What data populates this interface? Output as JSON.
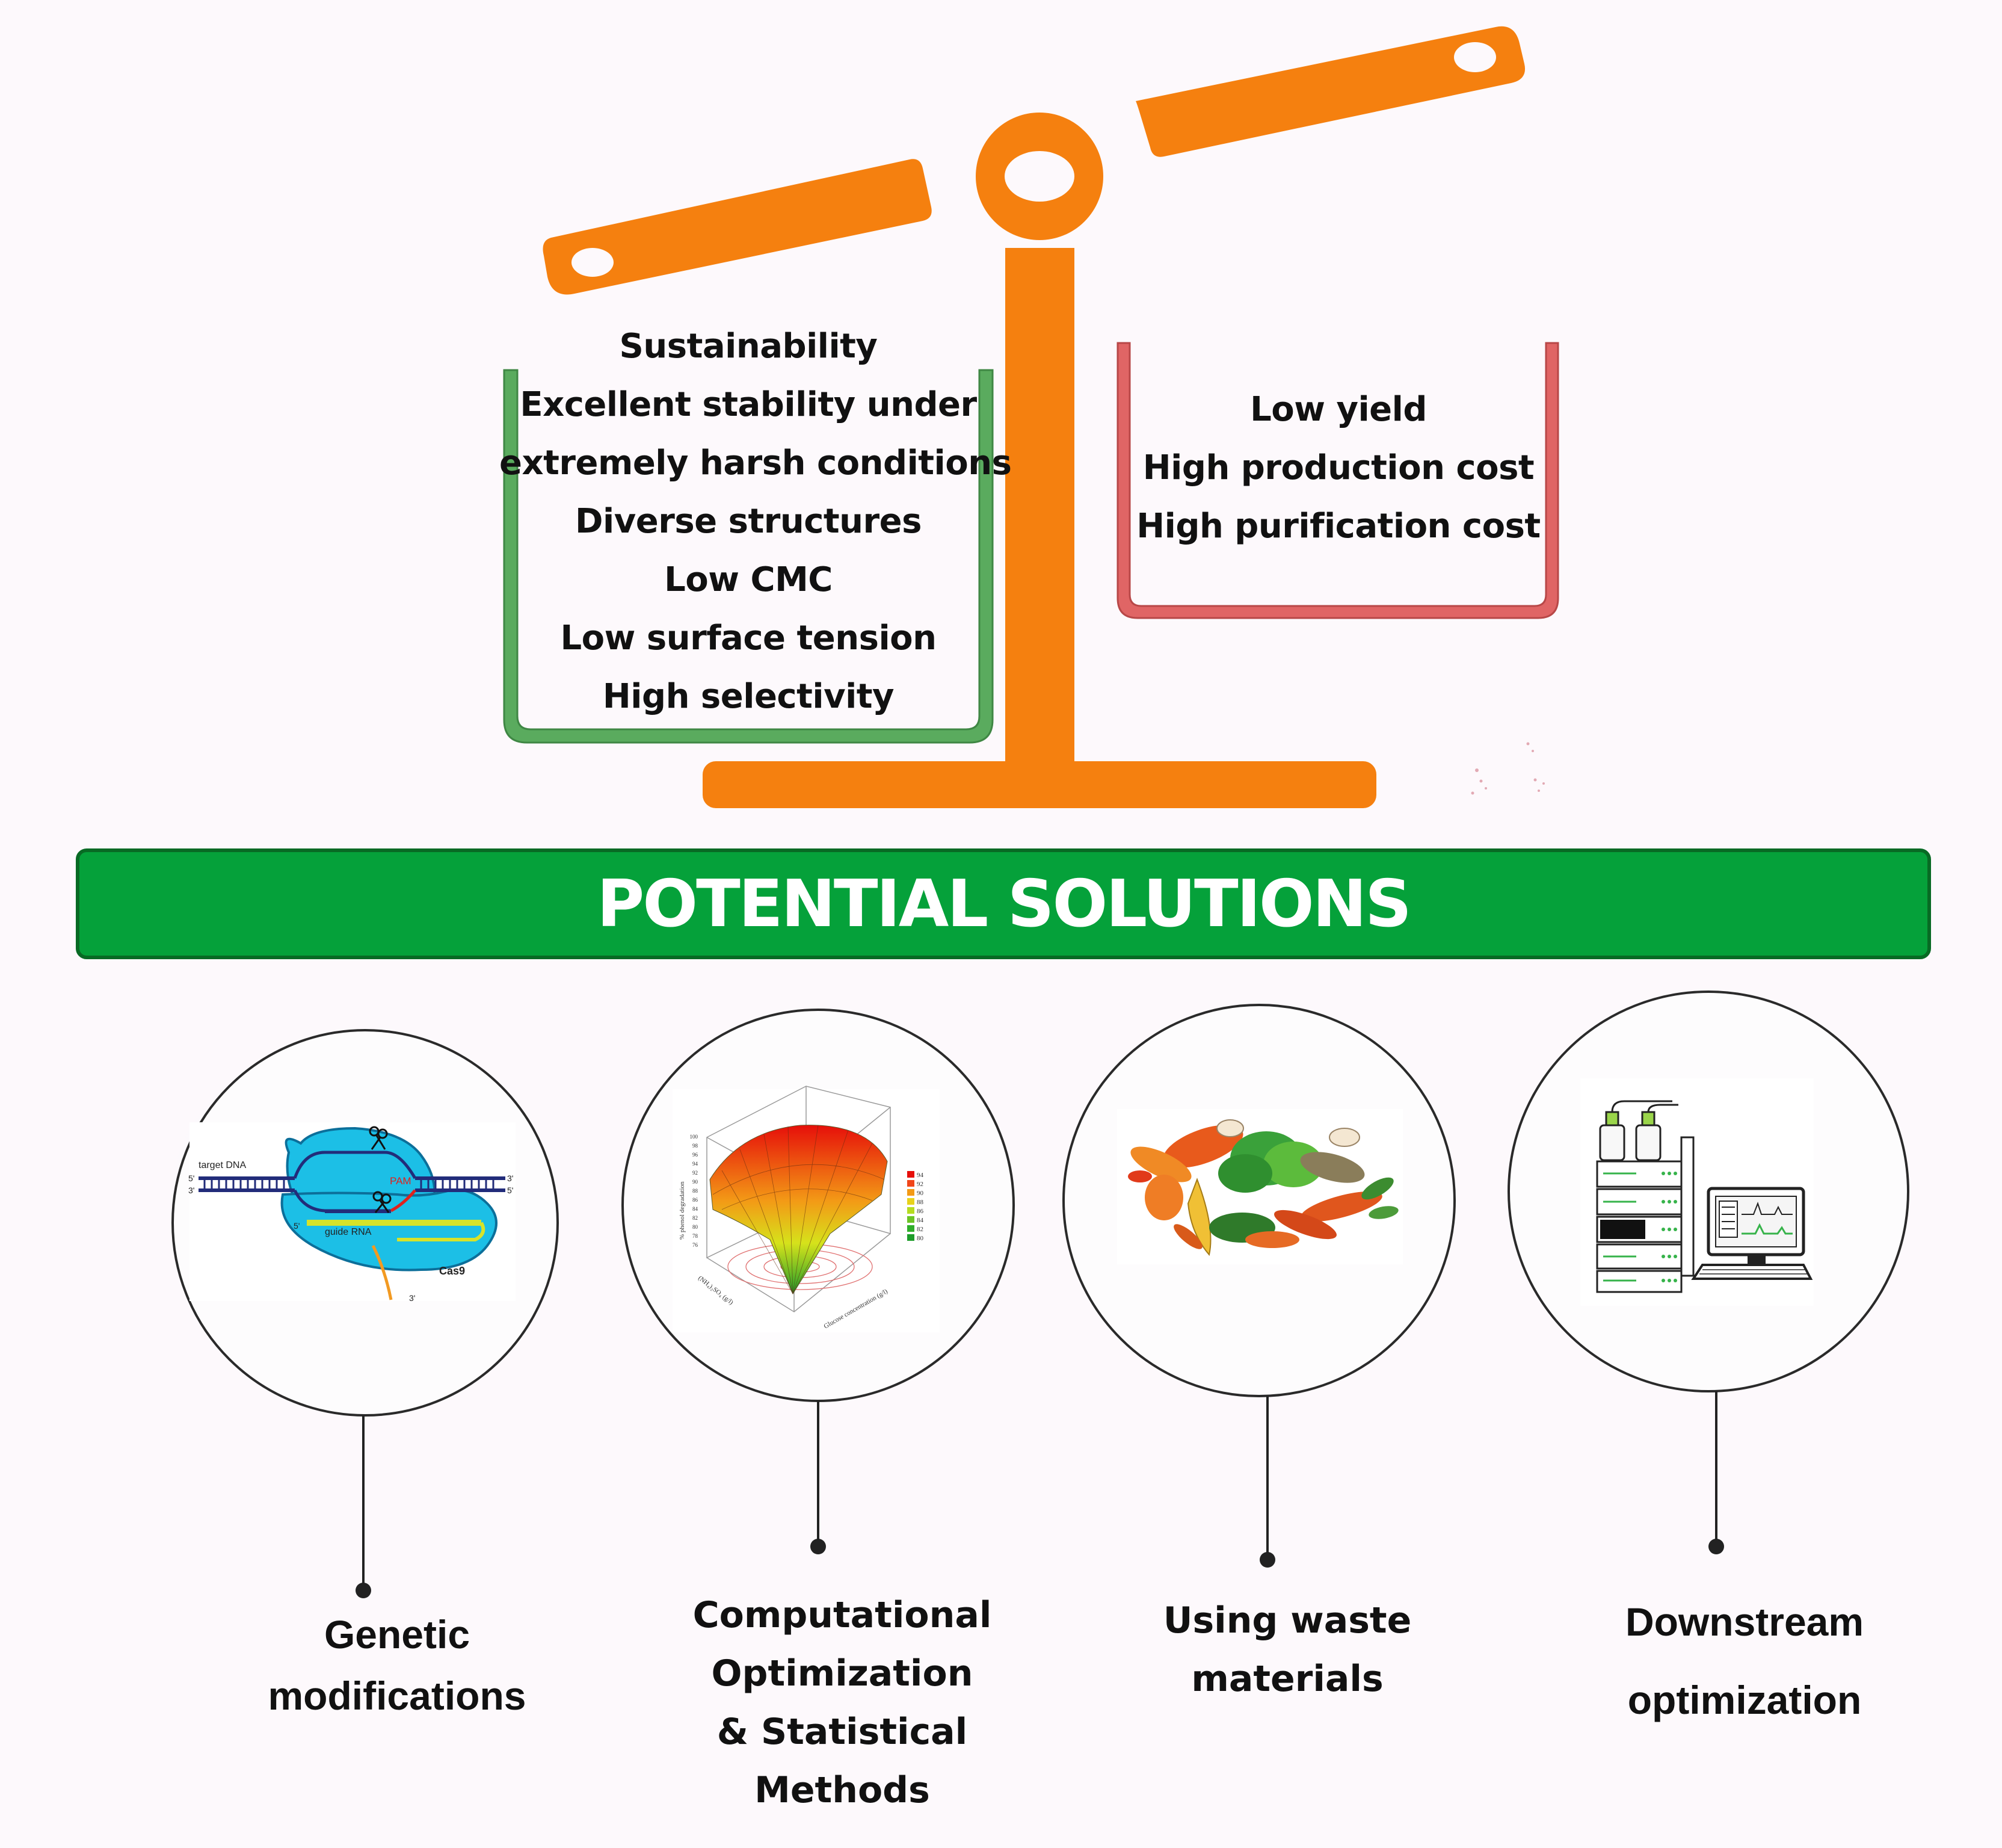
{
  "balance": {
    "pros": [
      "Sustainability",
      "Excellent stability under",
      "extremely harsh conditions",
      "Diverse structures",
      "Low CMC",
      "Low surface tension",
      "High selectivity"
    ],
    "cons": [
      "Low yield",
      "High production cost",
      "High purification cost"
    ],
    "colors": {
      "beam": "#f5800f",
      "pros_pan": "#5aab5e",
      "cons_pan": "#e06565"
    }
  },
  "banner": {
    "title": "POTENTIAL SOLUTIONS",
    "color": "#05a13a"
  },
  "solutions": [
    {
      "icon": "crispr-cas9-diagram-icon",
      "label": [
        "Genetic",
        "modifications"
      ],
      "illustration": {
        "target_dna": "target DNA",
        "pam": "PAM",
        "guide_rna": "guide RNA",
        "cas9": "Cas9",
        "five_prime": "5'",
        "three_prime": "3'"
      }
    },
    {
      "icon": "response-surface-plot-icon",
      "label": [
        "Computational",
        "Optimization",
        "& Statistical",
        "Methods"
      ],
      "illustration": {
        "z_axis": "% phenol degradation",
        "x_axis": "Glucose concentration (g/l)",
        "y_axis": "(NH₄)₂SO₄ (g/l)",
        "z_ticks": [
          "100",
          "98",
          "96",
          "94",
          "92",
          "90",
          "88",
          "86",
          "84",
          "82",
          "80",
          "78",
          "76"
        ],
        "legend": [
          "94",
          "92",
          "90",
          "88",
          "86",
          "84",
          "82",
          "80"
        ]
      }
    },
    {
      "icon": "waste-materials-icon",
      "label": [
        "Using waste",
        "materials"
      ]
    },
    {
      "icon": "chromatography-system-icon",
      "label": [
        "Downstream",
        "optimization"
      ]
    }
  ]
}
